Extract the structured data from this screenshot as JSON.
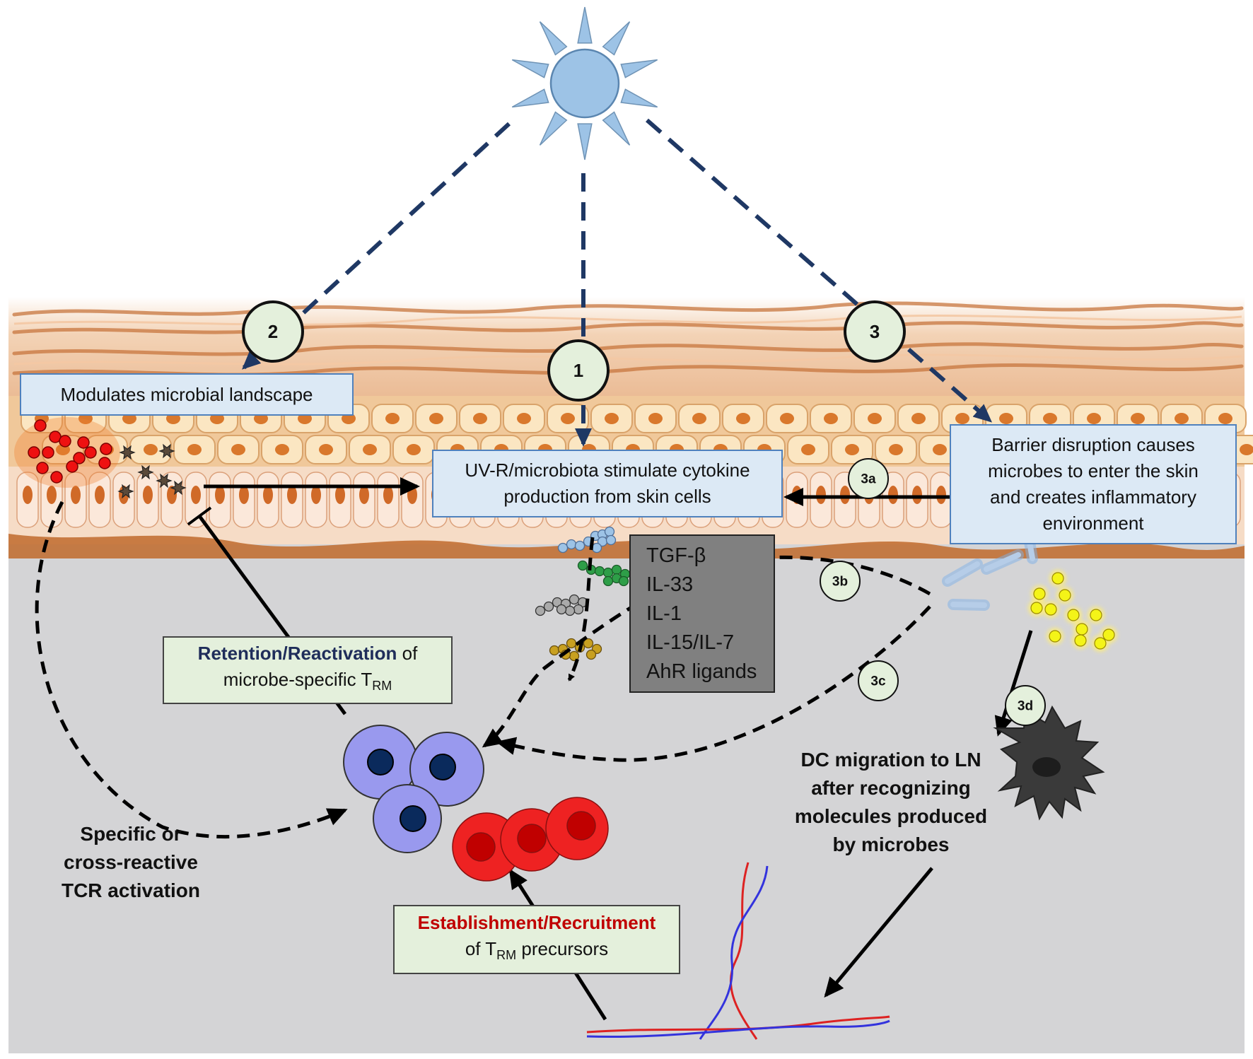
{
  "labels": {
    "step_1": "1",
    "step_2": "2",
    "step_3": "3",
    "step_3a": "3a",
    "step_3b": "3b",
    "step_3c": "3c",
    "step_3d": "3d"
  },
  "boxes": {
    "microbial": "Modulates microbial landscape",
    "cytokine_line1": "UV-R/microbiota stimulate cytokine",
    "cytokine_line2": "production from skin cells",
    "barrier_line1": "Barrier disruption causes",
    "barrier_line2": "microbes to enter the skin",
    "barrier_line3": "and creates inflammatory",
    "barrier_line4": "environment",
    "cytokines": [
      "TGF-β",
      "IL-33",
      "IL-1",
      "IL-15/IL-7",
      "AhR ligands"
    ],
    "retention_emph": "Retention/Reactivation",
    "retention_of": " of",
    "retention_line2_pre": "microbe-specific T",
    "retention_sub": "RM",
    "establish_emph": "Establishment/Recruitment",
    "establish_line2_pre": "of T",
    "establish_sub": "RM",
    "establish_line2_post": " precursors"
  },
  "captions": {
    "tcr_line1": "Specific or",
    "tcr_line2": "cross-reactive",
    "tcr_line3": "TCR activation",
    "dc_line1": "DC migration to LN",
    "dc_line2": "after recognizing",
    "dc_line3": "molecules produced",
    "dc_line4": "by microbes"
  },
  "colors": {
    "sun": "#9dc3e6",
    "dash_arrow": "#1f3864",
    "trm_cell": "#9999ee",
    "precursor_cell": "#e8202a",
    "dermis": "#d4d4d6",
    "emph_blue": "#1f2d5a",
    "emph_red": "#c00000"
  }
}
